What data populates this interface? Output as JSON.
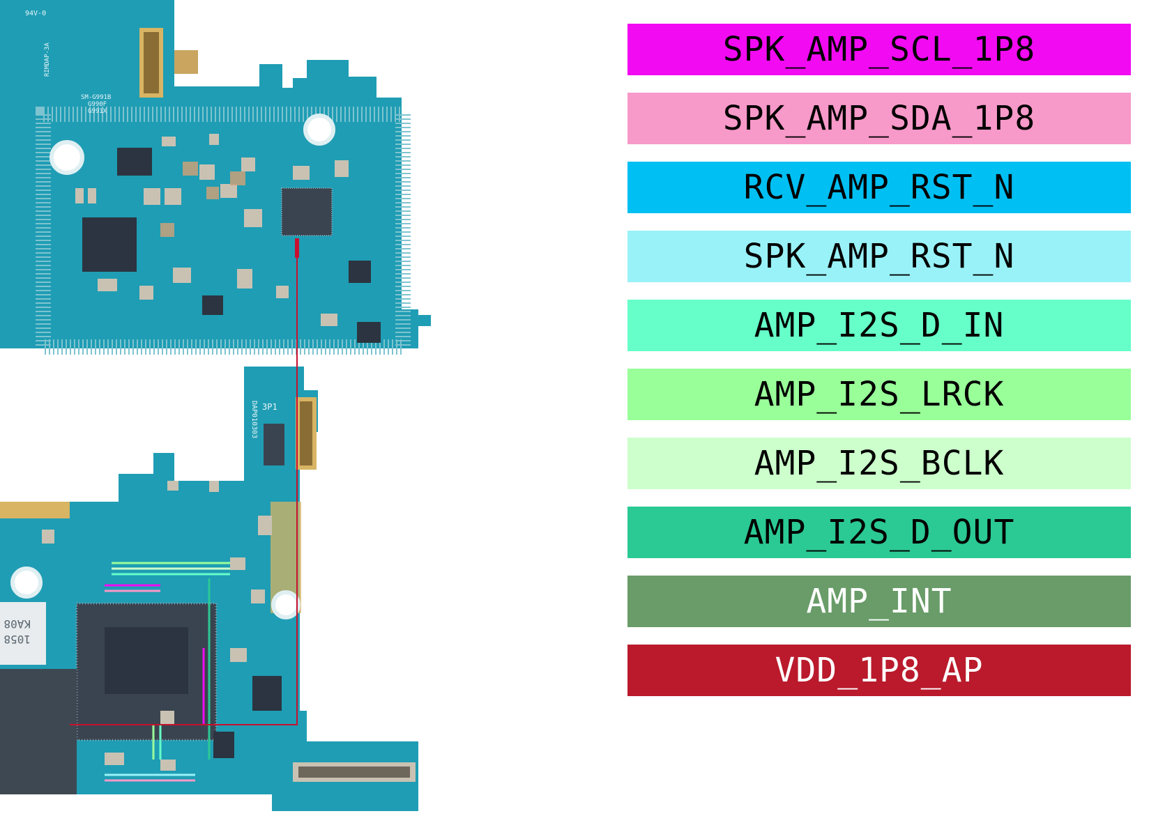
{
  "board": {
    "silkscreen": {
      "top_code": "94V-0",
      "side_code": "RIMDAP-3A",
      "model_lines": [
        "SM-G991B",
        "G990F",
        "G991X"
      ],
      "connector_code": "DAP010303",
      "connector_marker": "3P1",
      "chip_label_a": "KA08",
      "chip_label_b": "1058"
    },
    "colors": {
      "pcb": "#1f9db4",
      "pcb_dark": "#17798c",
      "shield_dots": "#dfeff2",
      "component": "#2b3440",
      "gold": "#d8b463",
      "highlight_trace": "#c8102e"
    }
  },
  "legend": {
    "items": [
      {
        "label": "SPK_AMP_SCL_1P8",
        "color": "#f20af2",
        "text_color": "#000000"
      },
      {
        "label": "SPK_AMP_SDA_1P8",
        "color": "#f799c9",
        "text_color": "#000000"
      },
      {
        "label": "RCV_AMP_RST_N",
        "color": "#00bff2",
        "text_color": "#000000"
      },
      {
        "label": "SPK_AMP_RST_N",
        "color": "#99f2f7",
        "text_color": "#000000"
      },
      {
        "label": "AMP_I2S_D_IN",
        "color": "#66ffc9",
        "text_color": "#000000"
      },
      {
        "label": "AMP_I2S_LRCK",
        "color": "#99ff99",
        "text_color": "#000000"
      },
      {
        "label": "AMP_I2S_BCLK",
        "color": "#ccffcc",
        "text_color": "#000000"
      },
      {
        "label": "AMP_I2S_D_OUT",
        "color": "#2bc994",
        "text_color": "#000000"
      },
      {
        "label": "AMP_INT",
        "color": "#699c69",
        "text_color": "#ffffff"
      },
      {
        "label": "VDD_1P8_AP",
        "color": "#ba1a2c",
        "text_color": "#ffffff"
      }
    ]
  }
}
